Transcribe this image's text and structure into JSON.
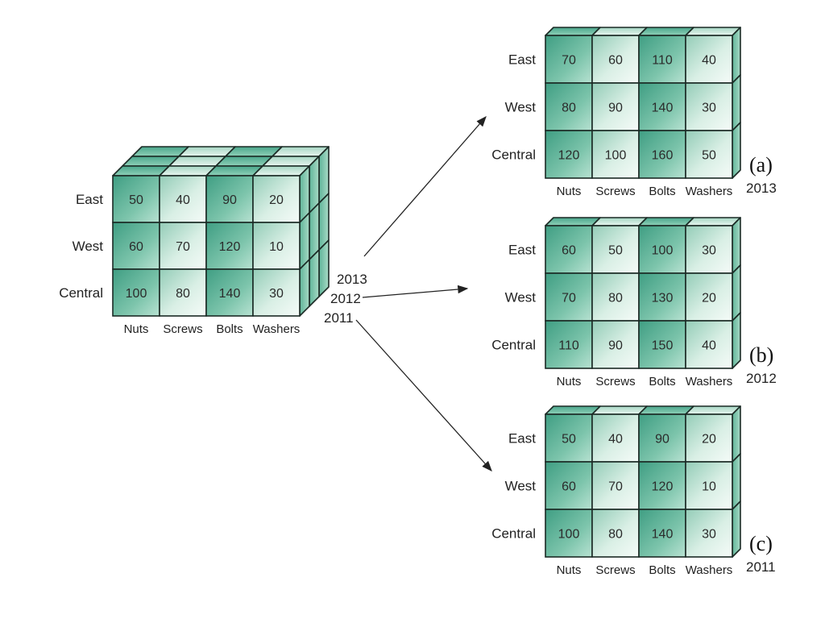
{
  "main_cube": {
    "rows": [
      "East",
      "West",
      "Central"
    ],
    "columns": [
      "Nuts",
      "Screws",
      "Bolts",
      "Washers"
    ],
    "values": [
      [
        50,
        40,
        90,
        20
      ],
      [
        60,
        70,
        120,
        10
      ],
      [
        100,
        80,
        140,
        30
      ]
    ],
    "years": [
      "2013",
      "2012",
      "2011"
    ]
  },
  "slices": [
    {
      "tag": "(a)",
      "year": "2013",
      "rows": [
        "East",
        "West",
        "Central"
      ],
      "columns": [
        "Nuts",
        "Screws",
        "Bolts",
        "Washers"
      ],
      "values": [
        [
          70,
          60,
          110,
          40
        ],
        [
          80,
          90,
          140,
          30
        ],
        [
          120,
          100,
          160,
          50
        ]
      ]
    },
    {
      "tag": "(b)",
      "year": "2012",
      "rows": [
        "East",
        "West",
        "Central"
      ],
      "columns": [
        "Nuts",
        "Screws",
        "Bolts",
        "Washers"
      ],
      "values": [
        [
          60,
          50,
          100,
          30
        ],
        [
          70,
          80,
          130,
          20
        ],
        [
          110,
          90,
          150,
          40
        ]
      ]
    },
    {
      "tag": "(c)",
      "year": "2011",
      "rows": [
        "East",
        "West",
        "Central"
      ],
      "columns": [
        "Nuts",
        "Screws",
        "Bolts",
        "Washers"
      ],
      "values": [
        [
          50,
          40,
          90,
          20
        ],
        [
          60,
          70,
          120,
          10
        ],
        [
          100,
          80,
          140,
          30
        ]
      ]
    }
  ],
  "colors": {
    "dark_cell": "#3f9e83",
    "light_cell": "#eaf6f0",
    "edge": "#1b2a25"
  }
}
